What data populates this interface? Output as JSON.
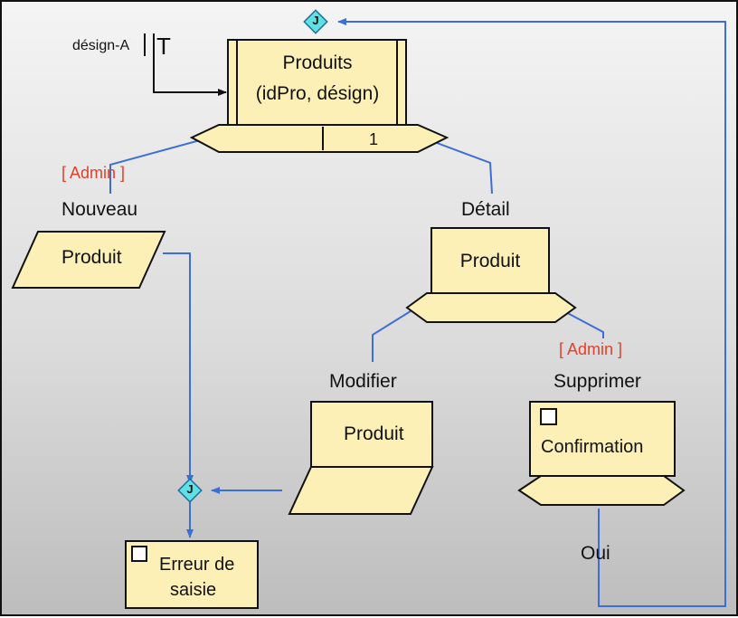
{
  "top_connector": "J",
  "bottom_connector": "J",
  "trigger_label": "désign-A",
  "trigger_letter": "T",
  "produits": {
    "title": "Produits",
    "fields": "(idPro, désign)",
    "count": "1"
  },
  "admin_left": "[ Admin ]",
  "nouveau": "Nouveau",
  "nouveau_produit": "Produit",
  "detail": "Détail",
  "detail_produit": "Produit",
  "modifier": "Modifier",
  "modifier_produit": "Produit",
  "admin_right": "[ Admin ]",
  "supprimer": "Supprimer",
  "confirmation": "Confirmation",
  "oui": "Oui",
  "erreur": {
    "line1": "Erreur de",
    "line2": "saisie"
  },
  "colors": {
    "box_fill": "#fdf0b6",
    "flow_line": "#3b6fd6",
    "admin_red": "#e0412b",
    "connector_fill": "#5fe0e3"
  }
}
